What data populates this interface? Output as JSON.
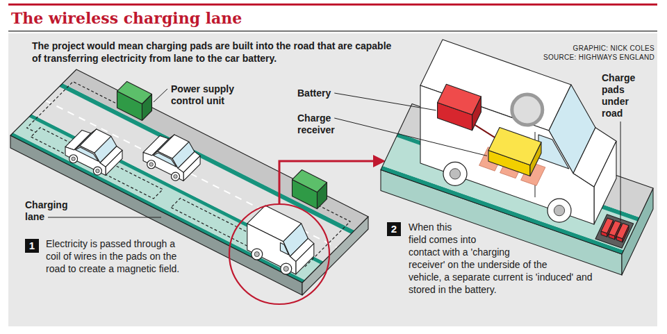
{
  "diagram": {
    "title": "The wireless charging lane",
    "caption": "The project would mean charging pads are built into the road that are capable of transferring electricity from lane to the car battery.",
    "nodes": [
      {
        "text": [
          "1"
        ]
      },
      {
        "text": [
          "2"
        ]
      }
    ],
    "labels": [
      "GRAPHIC: NICK COLES",
      "SOURCE: HIGHWAYS ENGLAND",
      "Power supply control unit",
      "Charging lane",
      "Electricity is passed through a coil of wires in the pads on the road to create a magnetic field.",
      "Battery",
      "Charge receiver",
      "Charge pads under road",
      "When this field comes into contact with a 'charging receiver' on the underside of the vehicle, a separate current is 'induced' and stored in the battery."
    ]
  }
}
